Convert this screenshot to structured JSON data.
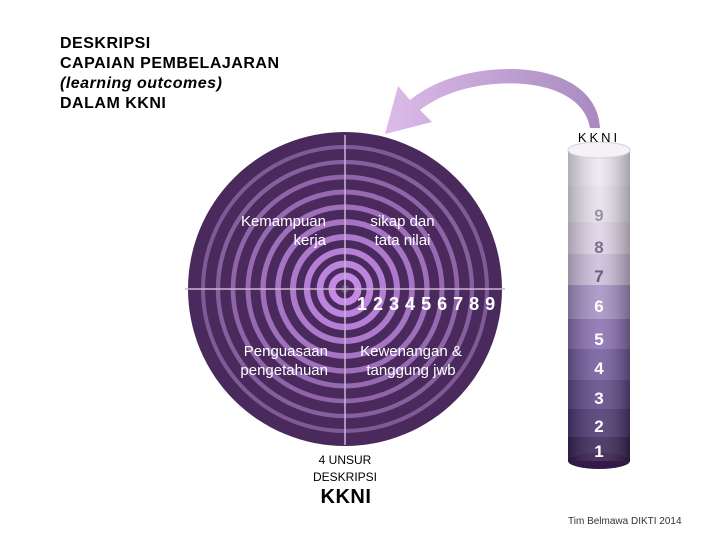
{
  "title": {
    "line1": "DESKRIPSI",
    "line2": "CAPAIAN PEMBELAJARAN",
    "line3": "(learning outcomes)",
    "line4": "DALAM KKNI"
  },
  "quadrants": {
    "top_left": [
      "Kemampuan",
      "kerja"
    ],
    "top_right": [
      "sikap dan",
      "tata nilai"
    ],
    "bottom_left": [
      "Penguasaan",
      "pengetahuan"
    ],
    "bottom_right": [
      "Kewenangan &",
      "tanggung jwb"
    ]
  },
  "ring_numbers": [
    "1",
    "2",
    "3",
    "4",
    "5",
    "6",
    "7",
    "8",
    "9"
  ],
  "unsur": [
    "4 UNSUR",
    "DESKRIPSI"
  ],
  "kkni_label": "KKNI",
  "cylinder": {
    "title": "KKNI",
    "levels": [
      "9",
      "8",
      "7",
      "6",
      "5",
      "4",
      "3",
      "2",
      "1"
    ]
  },
  "credit": "Tim Belmawa DIKTI 2014",
  "colors": {
    "ring_dark": "#4a2a5c",
    "ring_light": "#c58ce0",
    "arrow": "#d9b3e6",
    "cylinder_top": "#e3dcea",
    "cylinder_bottom": "#341a48"
  }
}
